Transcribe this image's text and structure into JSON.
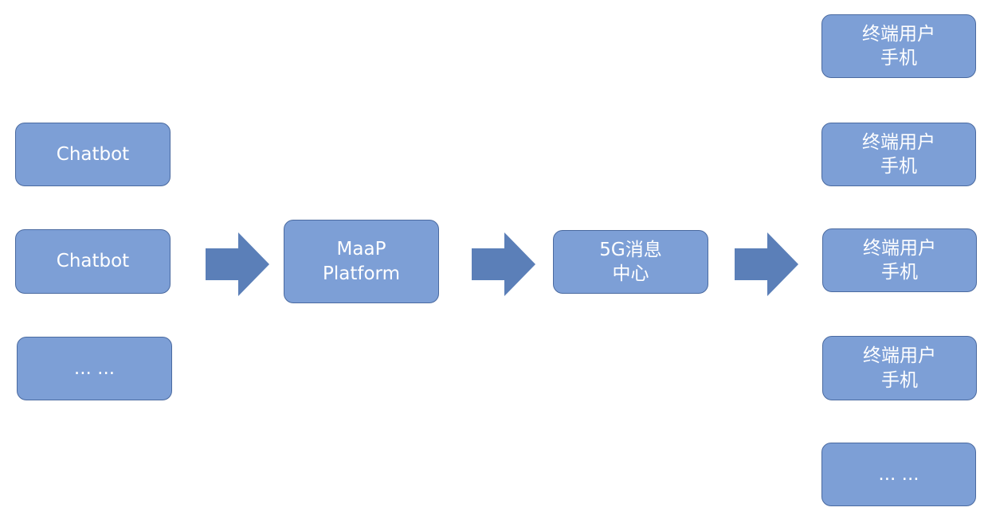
{
  "colors": {
    "box_fill": "#7d9fd6",
    "box_border": "#4a6aa0",
    "arrow_fill": "#5b7fb8",
    "text": "#ffffff"
  },
  "sources": [
    {
      "label": "Chatbot"
    },
    {
      "label": "Chatbot"
    },
    {
      "label": "... ..."
    }
  ],
  "maap": {
    "line1": "MaaP",
    "line2": "Platform"
  },
  "center": {
    "line1": "5G消息",
    "line2": "中心"
  },
  "terminals": [
    {
      "line1": "终端用户",
      "line2": "手机"
    },
    {
      "line1": "终端用户",
      "line2": "手机"
    },
    {
      "line1": "终端用户",
      "line2": "手机"
    },
    {
      "line1": "终端用户",
      "line2": "手机"
    },
    {
      "line1": "... ..."
    }
  ]
}
